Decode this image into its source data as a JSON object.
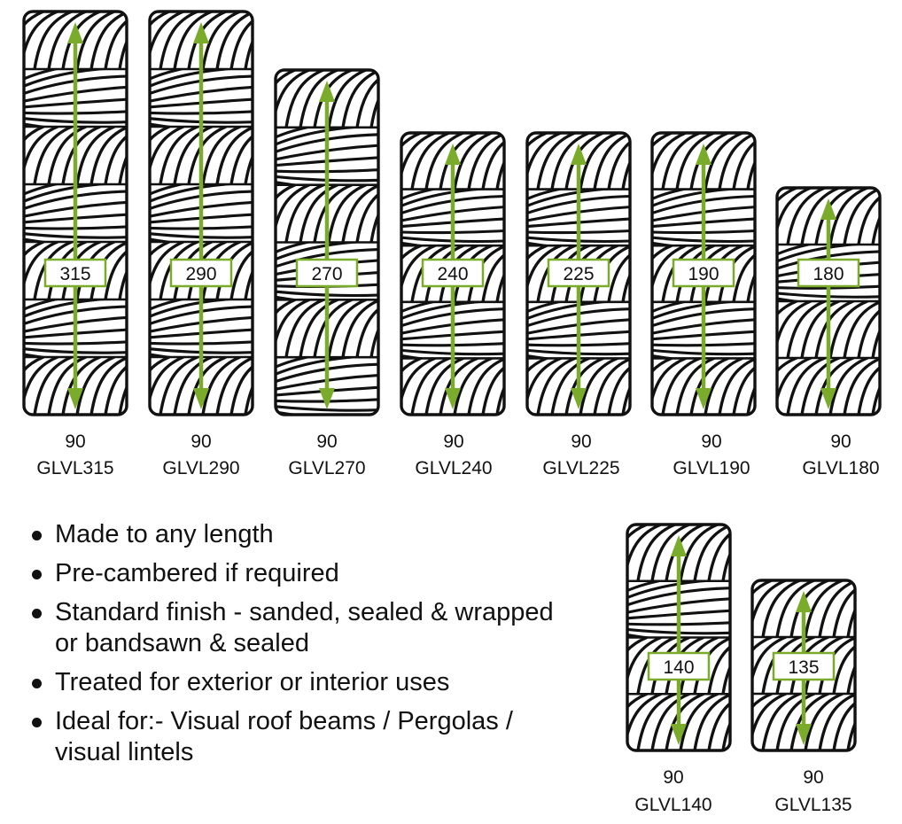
{
  "accent_color": "#7aab2a",
  "beams": [
    {
      "depth": "315",
      "width": "90",
      "code": "GLVL315"
    },
    {
      "depth": "290",
      "width": "90",
      "code": "GLVL290"
    },
    {
      "depth": "270",
      "width": "90",
      "code": "GLVL270"
    },
    {
      "depth": "240",
      "width": "90",
      "code": "GLVL240"
    },
    {
      "depth": "225",
      "width": "90",
      "code": "GLVL225"
    },
    {
      "depth": "190",
      "width": "90",
      "code": "GLVL190"
    },
    {
      "depth": "180",
      "width": "90",
      "code": "GLVL180"
    },
    {
      "depth": "140",
      "width": "90",
      "code": "GLVL140"
    },
    {
      "depth": "135",
      "width": "90",
      "code": "GLVL135"
    }
  ],
  "features": [
    "Made to any length",
    "Pre-cambered if required",
    "Standard finish - sanded, sealed & wrapped or bandsawn & sealed",
    "Treated for exterior or interior uses",
    "Ideal for:- Visual roof beams / Pergolas / visual lintels"
  ]
}
